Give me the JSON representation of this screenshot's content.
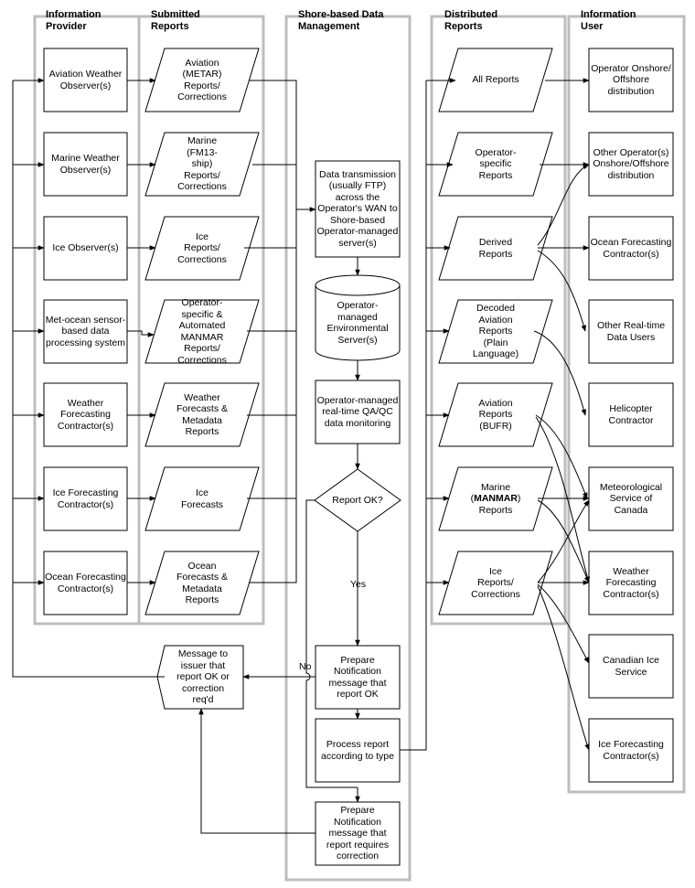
{
  "lanes": {
    "info_provider": "Information\nProvider",
    "submitted": "Submitted\nReports",
    "shore": "Shore-based Data\nManagement",
    "distributed": "Distributed\nReports",
    "info_user": "Information\nUser"
  },
  "providers": [
    "Aviation Weather\nObserver(s)",
    "Marine Weather\nObserver(s)",
    "Ice Observer(s)",
    "Met-ocean sensor-\nbased data\nprocessing system",
    "Weather\nForecasting\nContractor(s)",
    "Ice Forecasting\nContractor(s)",
    "Ocean Forecasting\nContractor(s)"
  ],
  "submitted": [
    "Aviation\n(METAR)\nReports/\nCorrections",
    "Marine\n(FM13-\nship)\nReports/\nCorrections",
    "Ice\nReports/\nCorrections",
    "Operator-\nspecific  &\nAutomated\nMANMAR\nReports/\nCorrections",
    "Weather\nForecasts &\nMetadata\nReports",
    "Ice\nForecasts",
    "Ocean\nForecasts &\nMetadata\nReports"
  ],
  "shore": {
    "transmission": "Data transmission\n(usually FTP)\nacross the\nOperator's WAN to\nShore-based\nOperator-managed\nserver(s)",
    "server": "Operator-\nmanaged\nEnvironmental\nServer(s)",
    "qaqc": "Operator-managed\nreal-time QA/QC\ndata monitoring",
    "decision": "Report OK?",
    "yes": "Yes",
    "no": "No",
    "notify_ok": "Prepare\nNotification\nmessage that\nreport OK",
    "process": "Process report\naccording to type",
    "notify_correction": "Prepare\nNotification\nmessage that\nreport requires\ncorrection",
    "message": "Message to\nissuer that\nreport OK or\ncorrection\nreq'd"
  },
  "distributed": {
    "all": "All Reports",
    "operator_specific": "Operator-\nspecific\nReports",
    "derived": "Derived\nReports",
    "decoded": "Decoded\nAviation\nReports\n(Plain\nLanguage)",
    "aviation_bufr": "Aviation\nReports\n(BUFR)",
    "marine_prefix": "Marine\n(",
    "marine_bold": "MANMAR",
    "marine_suffix": ")\nReports",
    "ice": "Ice\nReports/\nCorrections"
  },
  "users": [
    "Operator Onshore/\nOffshore\ndistribution",
    "Other Operator(s)\nOnshore/Offshore\ndistribution",
    "Ocean Forecasting\nContractor(s)",
    "Other Real-time\nData Users",
    "Helicopter\nContractor",
    "Meteorological\nService of\nCanada",
    "Weather\nForecasting\nContractor(s)",
    "Canadian Ice\nService",
    "Ice Forecasting\nContractor(s)"
  ]
}
